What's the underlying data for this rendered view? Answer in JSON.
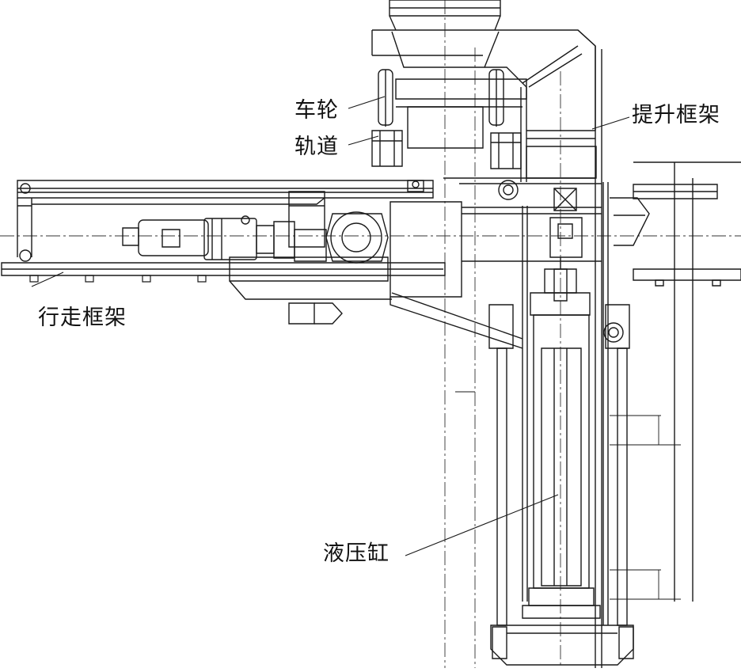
{
  "diagram": {
    "labels": {
      "wheel": "车轮",
      "track": "轨道",
      "lift_frame": "提升框架",
      "travel_frame": "行走框架",
      "hydraulic_cylinder": "液压缸"
    }
  }
}
